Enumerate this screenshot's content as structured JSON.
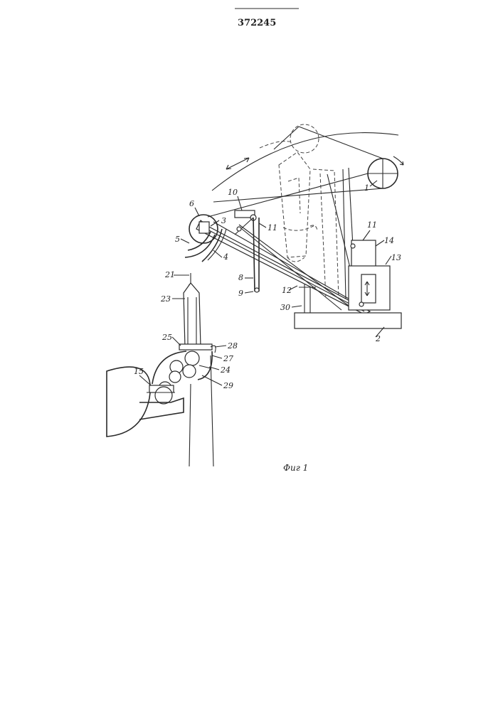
{
  "document": {
    "patent_number": "372245",
    "figure_caption": "Фиг 1"
  },
  "labels": {
    "l1": "1",
    "l2": "2",
    "l3": "3",
    "l4": "4",
    "l5": "5",
    "l6": "6",
    "l8": "8",
    "l9": "9",
    "l10": "10",
    "l11a": "11",
    "l11b": "11",
    "l12": "12",
    "l13": "13",
    "l14": "14",
    "l15": "15",
    "l21": "21",
    "l23": "23",
    "l24": "24",
    "l25": "25",
    "l27": "27",
    "l28": "28",
    "l29": "29",
    "l30": "30"
  }
}
